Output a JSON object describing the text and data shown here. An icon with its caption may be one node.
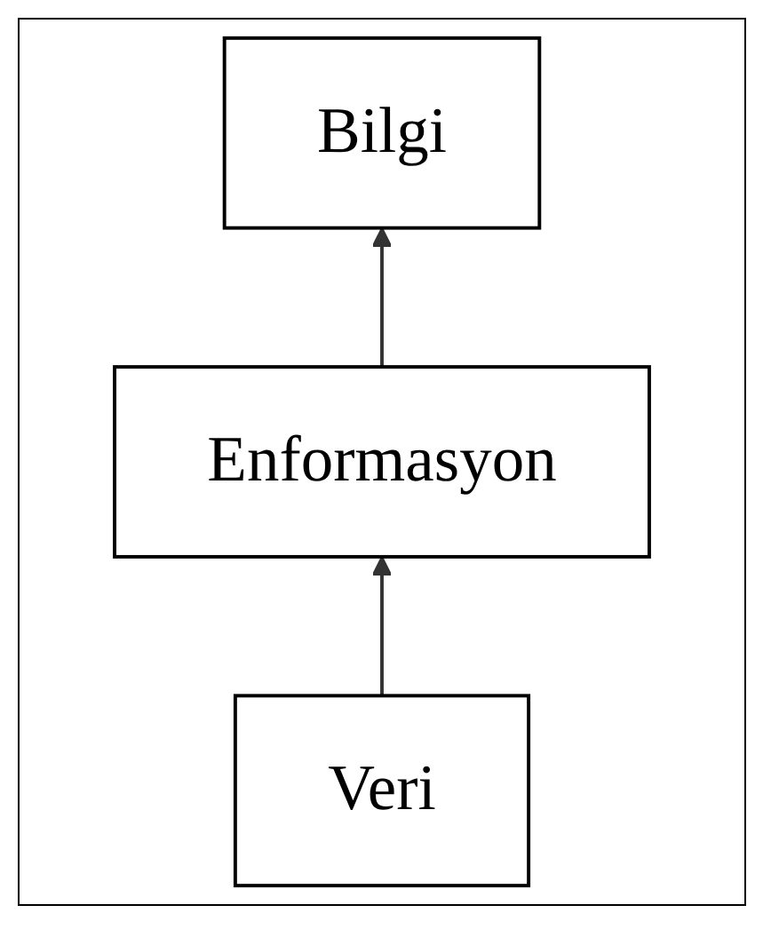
{
  "diagram": {
    "nodes": [
      {
        "text": [
          "Bilgi"
        ]
      },
      {
        "text": [
          "Enformasyon"
        ]
      },
      {
        "text": [
          "Veri"
        ]
      }
    ],
    "edges": [
      {
        "from": 2,
        "to": 1,
        "arrow": "to"
      },
      {
        "from": 1,
        "to": 0,
        "arrow": "to"
      }
    ]
  }
}
